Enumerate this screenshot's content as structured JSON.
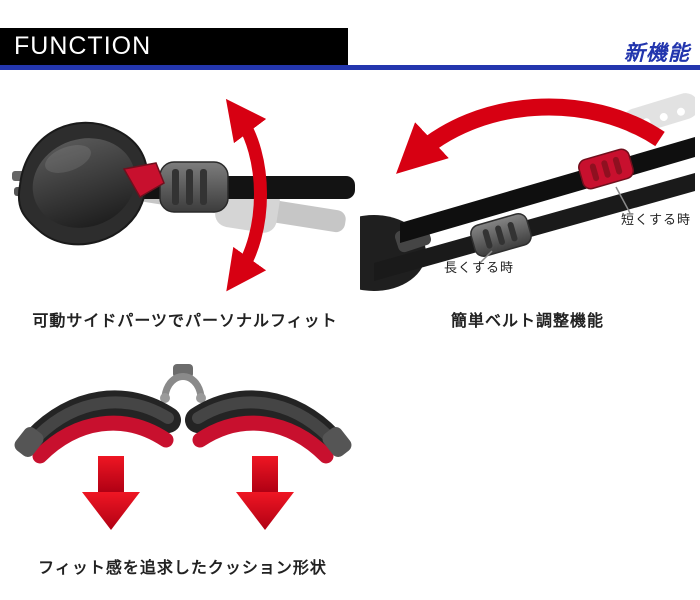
{
  "header": {
    "title": "FUNCTION",
    "subtitle": "新機能"
  },
  "colors": {
    "accent_blue": "#2336ae",
    "arrow_red": "#d70012",
    "header_black": "#000000",
    "caption_text": "#222222"
  },
  "features": [
    {
      "id": "movable-side-parts",
      "caption": "可動サイドパーツでパーソナルフィット"
    },
    {
      "id": "belt-adjustment",
      "caption": "簡単ベルト調整機能",
      "labels": {
        "shorten": "短くする時",
        "lengthen": "長くする時"
      }
    },
    {
      "id": "cushion-shape",
      "caption": "フィット感を追求したクッション形状"
    }
  ]
}
